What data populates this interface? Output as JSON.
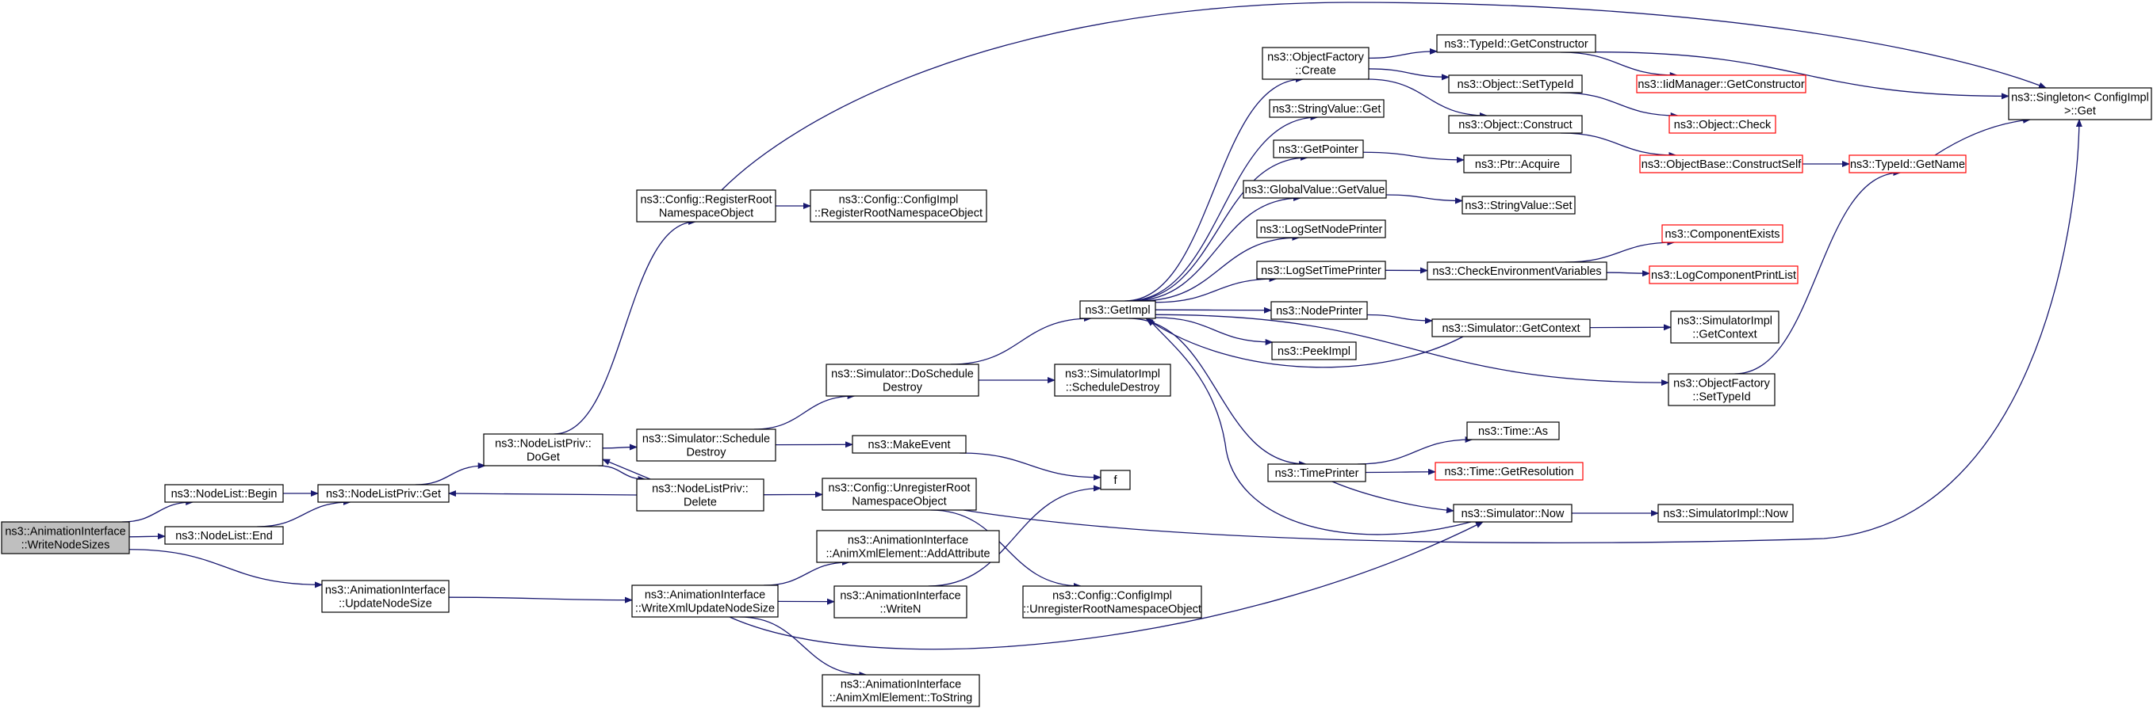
{
  "graph": {
    "colors": {
      "edge": "#191970",
      "node_border": "#000000",
      "truncated_border": "#ff0000",
      "root_fill": "#bfbfbf",
      "node_fill": "#ffffff"
    },
    "nodes": [
      {
        "id": "root",
        "lines": [
          "ns3::AnimationInterface",
          "::WriteNodeSizes"
        ],
        "style": "root"
      },
      {
        "id": "nl_begin",
        "lines": [
          "ns3::NodeList::Begin"
        ],
        "style": "normal"
      },
      {
        "id": "nl_end",
        "lines": [
          "ns3::NodeList::End"
        ],
        "style": "normal"
      },
      {
        "id": "nlp_get",
        "lines": [
          "ns3::NodeListPriv::Get"
        ],
        "style": "normal"
      },
      {
        "id": "nlp_doget",
        "lines": [
          "ns3::NodeListPriv::",
          "DoGet"
        ],
        "style": "normal"
      },
      {
        "id": "cfg_reg",
        "lines": [
          "ns3::Config::RegisterRoot",
          "NamespaceObject"
        ],
        "style": "normal"
      },
      {
        "id": "cfgimpl_reg",
        "lines": [
          "ns3::Config::ConfigImpl",
          "::RegisterRootNamespaceObject"
        ],
        "style": "normal"
      },
      {
        "id": "sim_sched_destroy",
        "lines": [
          "ns3::Simulator::Schedule",
          "Destroy"
        ],
        "style": "normal"
      },
      {
        "id": "nlp_delete",
        "lines": [
          "ns3::NodeListPriv::",
          "Delete"
        ],
        "style": "normal"
      },
      {
        "id": "sim_do_sched_destroy",
        "lines": [
          "ns3::Simulator::DoSchedule",
          "Destroy"
        ],
        "style": "normal"
      },
      {
        "id": "simimpl_sched_destroy",
        "lines": [
          "ns3::SimulatorImpl",
          "::ScheduleDestroy"
        ],
        "style": "normal"
      },
      {
        "id": "make_event",
        "lines": [
          "ns3::MakeEvent"
        ],
        "style": "normal"
      },
      {
        "id": "f",
        "lines": [
          "f"
        ],
        "style": "normal"
      },
      {
        "id": "cfg_unreg",
        "lines": [
          "ns3::Config::UnregisterRoot",
          "NamespaceObject"
        ],
        "style": "normal"
      },
      {
        "id": "cfgimpl_unreg",
        "lines": [
          "ns3::Config::ConfigImpl",
          "::UnregisterRootNamespaceObject"
        ],
        "style": "normal"
      },
      {
        "id": "ai_update",
        "lines": [
          "ns3::AnimationInterface",
          "::UpdateNodeSize"
        ],
        "style": "normal"
      },
      {
        "id": "ai_writexml",
        "lines": [
          "ns3::AnimationInterface",
          "::WriteXmlUpdateNodeSize"
        ],
        "style": "normal"
      },
      {
        "id": "ai_addattr",
        "lines": [
          "ns3::AnimationInterface",
          "::AnimXmlElement::AddAttribute"
        ],
        "style": "normal"
      },
      {
        "id": "ai_writen",
        "lines": [
          "ns3::AnimationInterface",
          "::WriteN"
        ],
        "style": "normal"
      },
      {
        "id": "ai_tostring",
        "lines": [
          "ns3::AnimationInterface",
          "::AnimXmlElement::ToString"
        ],
        "style": "normal"
      },
      {
        "id": "getimpl",
        "lines": [
          "ns3::GetImpl"
        ],
        "style": "normal"
      },
      {
        "id": "of_create",
        "lines": [
          "ns3::ObjectFactory",
          "::Create"
        ],
        "style": "normal"
      },
      {
        "id": "strval_get",
        "lines": [
          "ns3::StringValue::Get"
        ],
        "style": "normal"
      },
      {
        "id": "getpointer",
        "lines": [
          "ns3::GetPointer"
        ],
        "style": "normal"
      },
      {
        "id": "gv_getvalue",
        "lines": [
          "ns3::GlobalValue::GetValue"
        ],
        "style": "normal"
      },
      {
        "id": "logsetnode",
        "lines": [
          "ns3::LogSetNodePrinter"
        ],
        "style": "normal"
      },
      {
        "id": "logsettime",
        "lines": [
          "ns3::LogSetTimePrinter"
        ],
        "style": "normal"
      },
      {
        "id": "nodeprinter",
        "lines": [
          "ns3::NodePrinter"
        ],
        "style": "normal"
      },
      {
        "id": "peekimpl",
        "lines": [
          "ns3::PeekImpl"
        ],
        "style": "normal"
      },
      {
        "id": "timeprinter",
        "lines": [
          "ns3::TimePrinter"
        ],
        "style": "normal"
      },
      {
        "id": "typeid_getctor",
        "lines": [
          "ns3::TypeId::GetConstructor"
        ],
        "style": "normal"
      },
      {
        "id": "obj_settypeid",
        "lines": [
          "ns3::Object::SetTypeId"
        ],
        "style": "normal"
      },
      {
        "id": "obj_construct",
        "lines": [
          "ns3::Object::Construct"
        ],
        "style": "normal"
      },
      {
        "id": "ptr_acquire",
        "lines": [
          "ns3::Ptr::Acquire"
        ],
        "style": "normal"
      },
      {
        "id": "strval_set",
        "lines": [
          "ns3::StringValue::Set"
        ],
        "style": "normal"
      },
      {
        "id": "check_env",
        "lines": [
          "ns3::CheckEnvironmentVariables"
        ],
        "style": "normal"
      },
      {
        "id": "sim_getcontext",
        "lines": [
          "ns3::Simulator::GetContext"
        ],
        "style": "normal"
      },
      {
        "id": "simimpl_getcontext",
        "lines": [
          "ns3::SimulatorImpl",
          "::GetContext"
        ],
        "style": "normal"
      },
      {
        "id": "of_settypeid",
        "lines": [
          "ns3::ObjectFactory",
          "::SetTypeId"
        ],
        "style": "normal"
      },
      {
        "id": "time_as",
        "lines": [
          "ns3::Time::As"
        ],
        "style": "normal"
      },
      {
        "id": "time_getres",
        "lines": [
          "ns3::Time::GetResolution"
        ],
        "style": "truncated"
      },
      {
        "id": "sim_now",
        "lines": [
          "ns3::Simulator::Now"
        ],
        "style": "normal"
      },
      {
        "id": "simimpl_now",
        "lines": [
          "ns3::SimulatorImpl::Now"
        ],
        "style": "normal"
      },
      {
        "id": "iidmgr_getctor",
        "lines": [
          "ns3::IidManager::GetConstructor"
        ],
        "style": "truncated"
      },
      {
        "id": "obj_check",
        "lines": [
          "ns3::Object::Check"
        ],
        "style": "truncated"
      },
      {
        "id": "objbase_constructself",
        "lines": [
          "ns3::ObjectBase::ConstructSelf"
        ],
        "style": "truncated"
      },
      {
        "id": "comp_exists",
        "lines": [
          "ns3::ComponentExists"
        ],
        "style": "truncated"
      },
      {
        "id": "logcomp_printlist",
        "lines": [
          "ns3::LogComponentPrintList"
        ],
        "style": "truncated"
      },
      {
        "id": "typeid_getname",
        "lines": [
          "ns3::TypeId::GetName"
        ],
        "style": "truncated"
      },
      {
        "id": "singleton_get",
        "lines": [
          "ns3::Singleton< ConfigImpl",
          " >::Get"
        ],
        "style": "normal"
      }
    ],
    "edges": [
      [
        "root",
        "nl_begin"
      ],
      [
        "root",
        "nl_end"
      ],
      [
        "root",
        "ai_update"
      ],
      [
        "nl_begin",
        "nlp_get"
      ],
      [
        "nl_end",
        "nlp_get"
      ],
      [
        "nlp_get",
        "nlp_doget"
      ],
      [
        "nlp_doget",
        "cfg_reg"
      ],
      [
        "nlp_doget",
        "sim_sched_destroy"
      ],
      [
        "nlp_doget",
        "nlp_delete"
      ],
      [
        "cfg_reg",
        "cfgimpl_reg"
      ],
      [
        "cfg_reg",
        "singleton_get"
      ],
      [
        "sim_sched_destroy",
        "sim_do_sched_destroy"
      ],
      [
        "sim_sched_destroy",
        "make_event"
      ],
      [
        "nlp_delete",
        "nlp_doget"
      ],
      [
        "nlp_delete",
        "nlp_get"
      ],
      [
        "nlp_delete",
        "cfg_unreg"
      ],
      [
        "sim_do_sched_destroy",
        "getimpl"
      ],
      [
        "sim_do_sched_destroy",
        "simimpl_sched_destroy"
      ],
      [
        "make_event",
        "f"
      ],
      [
        "cfg_unreg",
        "cfgimpl_unreg"
      ],
      [
        "cfg_unreg",
        "singleton_get"
      ],
      [
        "ai_update",
        "ai_writexml"
      ],
      [
        "ai_writexml",
        "ai_addattr"
      ],
      [
        "ai_writexml",
        "ai_writen"
      ],
      [
        "ai_writexml",
        "ai_tostring"
      ],
      [
        "ai_writexml",
        "sim_now"
      ],
      [
        "ai_writen",
        "f"
      ],
      [
        "getimpl",
        "of_create"
      ],
      [
        "getimpl",
        "strval_get"
      ],
      [
        "getimpl",
        "getpointer"
      ],
      [
        "getimpl",
        "gv_getvalue"
      ],
      [
        "getimpl",
        "logsetnode"
      ],
      [
        "getimpl",
        "logsettime"
      ],
      [
        "getimpl",
        "nodeprinter"
      ],
      [
        "getimpl",
        "peekimpl"
      ],
      [
        "getimpl",
        "timeprinter"
      ],
      [
        "getimpl",
        "of_settypeid"
      ],
      [
        "of_create",
        "typeid_getctor"
      ],
      [
        "of_create",
        "obj_settypeid"
      ],
      [
        "of_create",
        "obj_construct"
      ],
      [
        "typeid_getctor",
        "iidmgr_getctor"
      ],
      [
        "typeid_getctor",
        "singleton_get"
      ],
      [
        "obj_settypeid",
        "obj_check"
      ],
      [
        "obj_construct",
        "objbase_constructself"
      ],
      [
        "objbase_constructself",
        "typeid_getname"
      ],
      [
        "typeid_getname",
        "singleton_get"
      ],
      [
        "getpointer",
        "ptr_acquire"
      ],
      [
        "gv_getvalue",
        "strval_set"
      ],
      [
        "logsettime",
        "check_env"
      ],
      [
        "check_env",
        "comp_exists"
      ],
      [
        "check_env",
        "logcomp_printlist"
      ],
      [
        "nodeprinter",
        "sim_getcontext"
      ],
      [
        "sim_getcontext",
        "getimpl"
      ],
      [
        "sim_getcontext",
        "simimpl_getcontext"
      ],
      [
        "of_settypeid",
        "typeid_getname"
      ],
      [
        "timeprinter",
        "time_as"
      ],
      [
        "timeprinter",
        "time_getres"
      ],
      [
        "timeprinter",
        "sim_now"
      ],
      [
        "sim_now",
        "getimpl"
      ],
      [
        "sim_now",
        "simimpl_now"
      ]
    ]
  }
}
